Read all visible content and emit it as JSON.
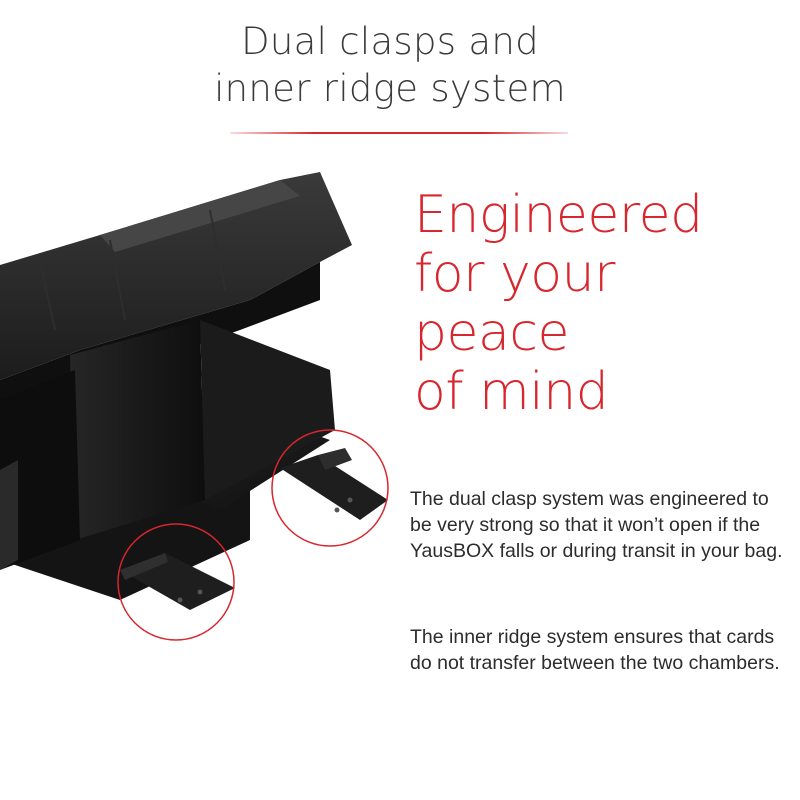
{
  "title": {
    "line1": "Dual clasps and",
    "line2": "inner ridge system"
  },
  "accent_color": "#d7262d",
  "image": {
    "subject": "black card box open with dual clasps",
    "highlights": [
      "left-clasp",
      "right-clasp"
    ]
  },
  "headline": {
    "line1": "Engineered",
    "line2": "for your",
    "line3": "peace",
    "line4": "of mind"
  },
  "body": {
    "paragraph1": "The dual clasp system was engineered to be very strong so that it won’t open if the YausBOX falls or during transit in your bag.",
    "paragraph2": "The inner ridge system ensures that cards do not transfer between the two chambers."
  }
}
